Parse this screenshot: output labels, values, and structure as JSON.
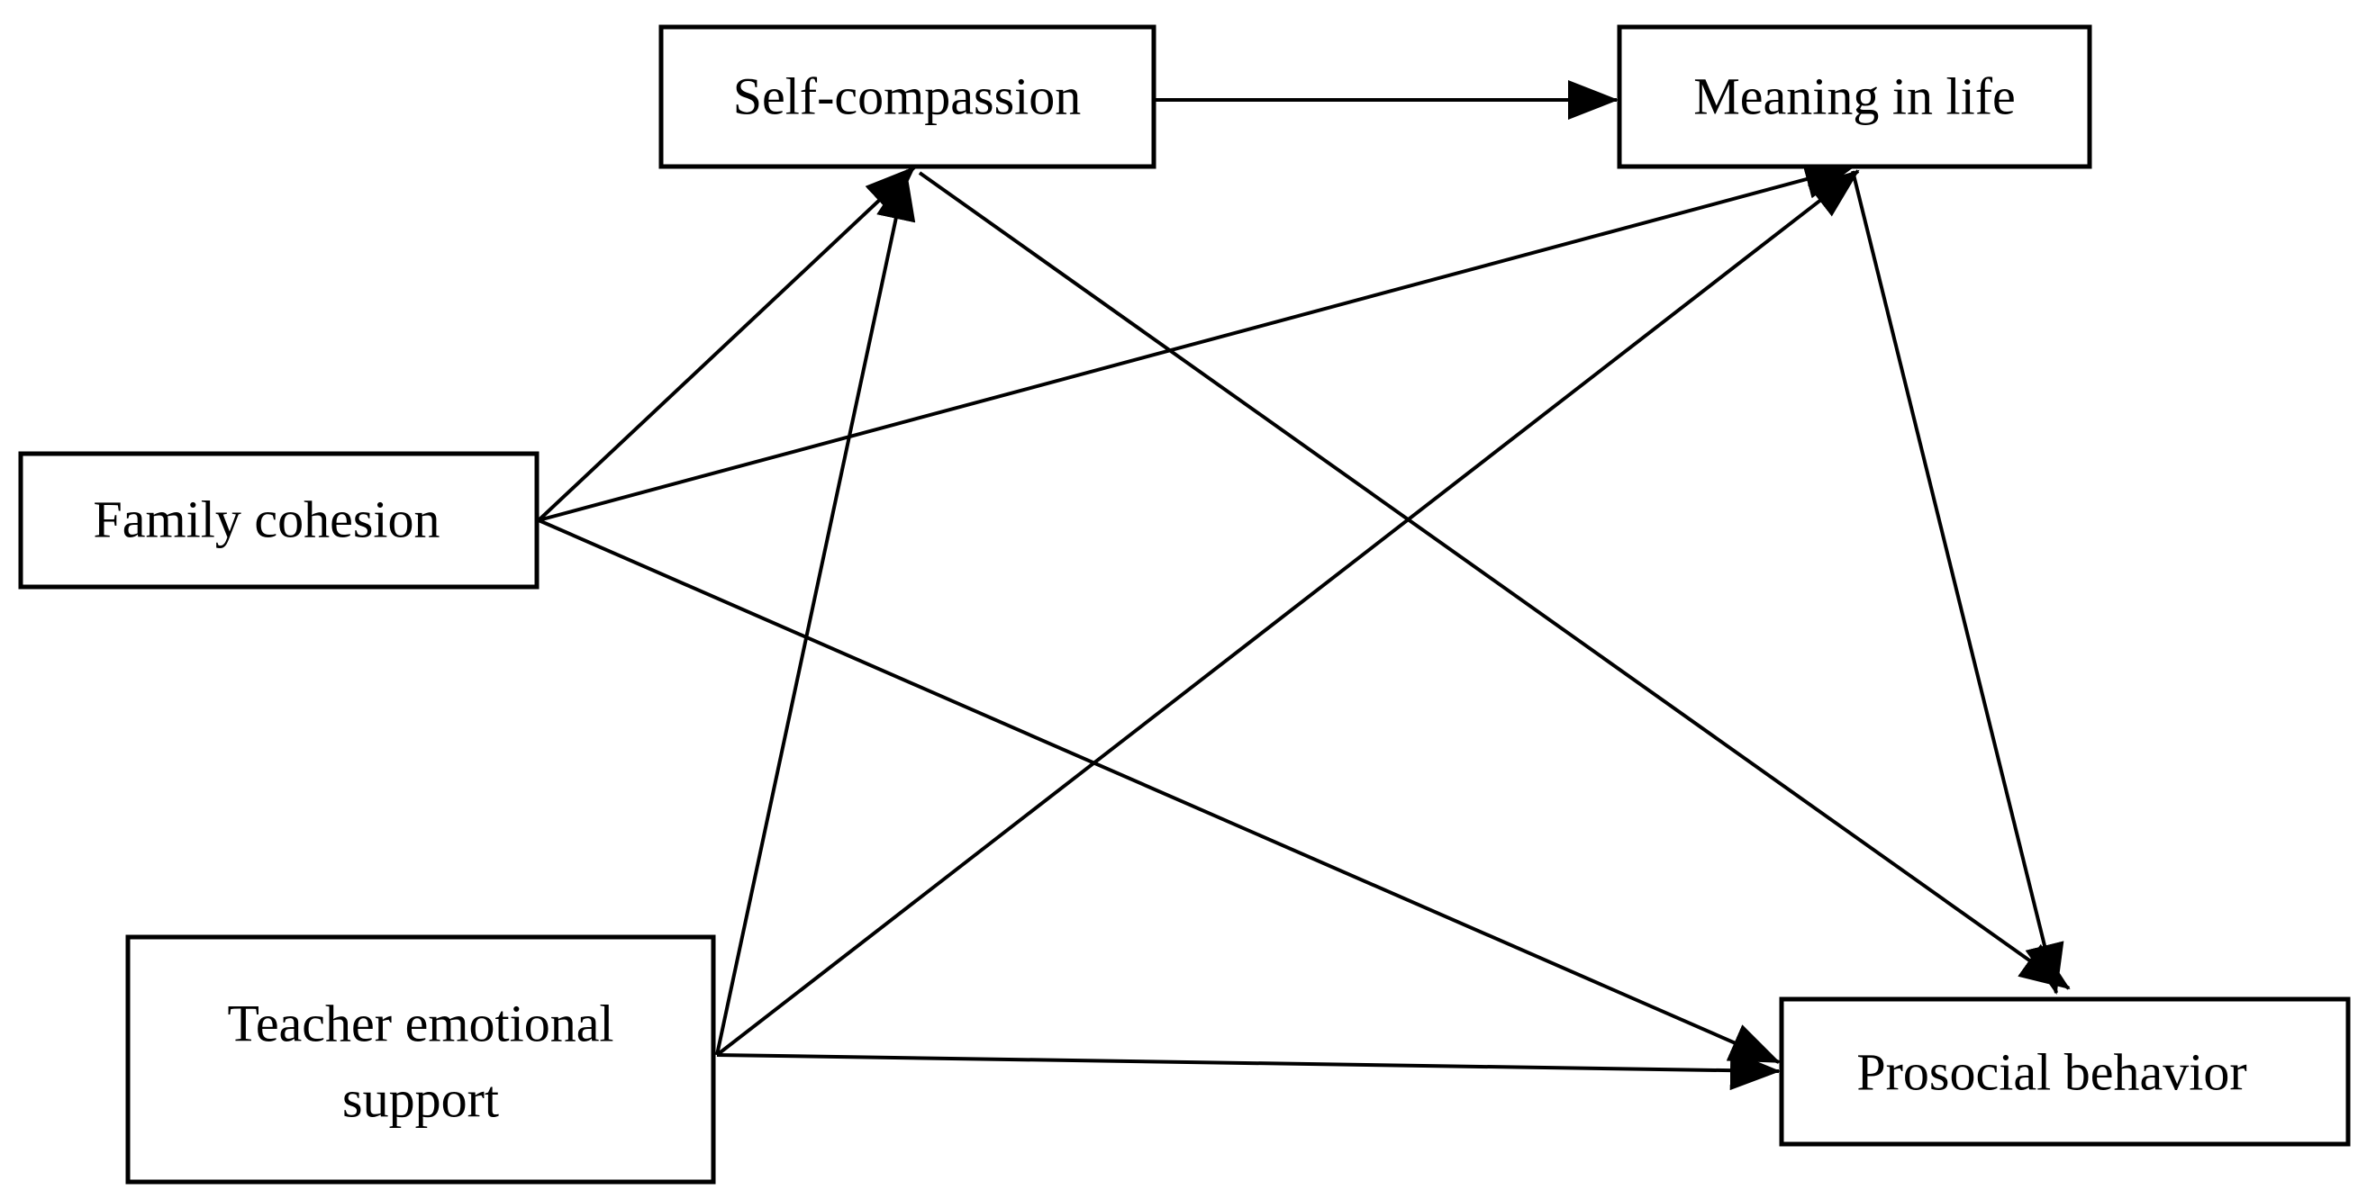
{
  "colors": {
    "background": "#ffffff",
    "stroke": "#000000"
  },
  "nodes": {
    "self_compassion": {
      "label": "Self-compassion"
    },
    "meaning_in_life": {
      "label": "Meaning in life"
    },
    "family_cohesion": {
      "label": "Family cohesion"
    },
    "teacher_support": {
      "label_lines": [
        "Teacher emotional",
        "support"
      ]
    },
    "prosocial_behavior": {
      "label": "Prosocial behavior"
    }
  },
  "edges": [
    {
      "from": "self_compassion",
      "to": "meaning_in_life"
    },
    {
      "from": "family_cohesion",
      "to": "self_compassion"
    },
    {
      "from": "family_cohesion",
      "to": "meaning_in_life"
    },
    {
      "from": "family_cohesion",
      "to": "prosocial_behavior"
    },
    {
      "from": "teacher_support",
      "to": "self_compassion"
    },
    {
      "from": "teacher_support",
      "to": "meaning_in_life"
    },
    {
      "from": "teacher_support",
      "to": "prosocial_behavior"
    },
    {
      "from": "self_compassion",
      "to": "prosocial_behavior"
    },
    {
      "from": "meaning_in_life",
      "to": "prosocial_behavior"
    }
  ]
}
